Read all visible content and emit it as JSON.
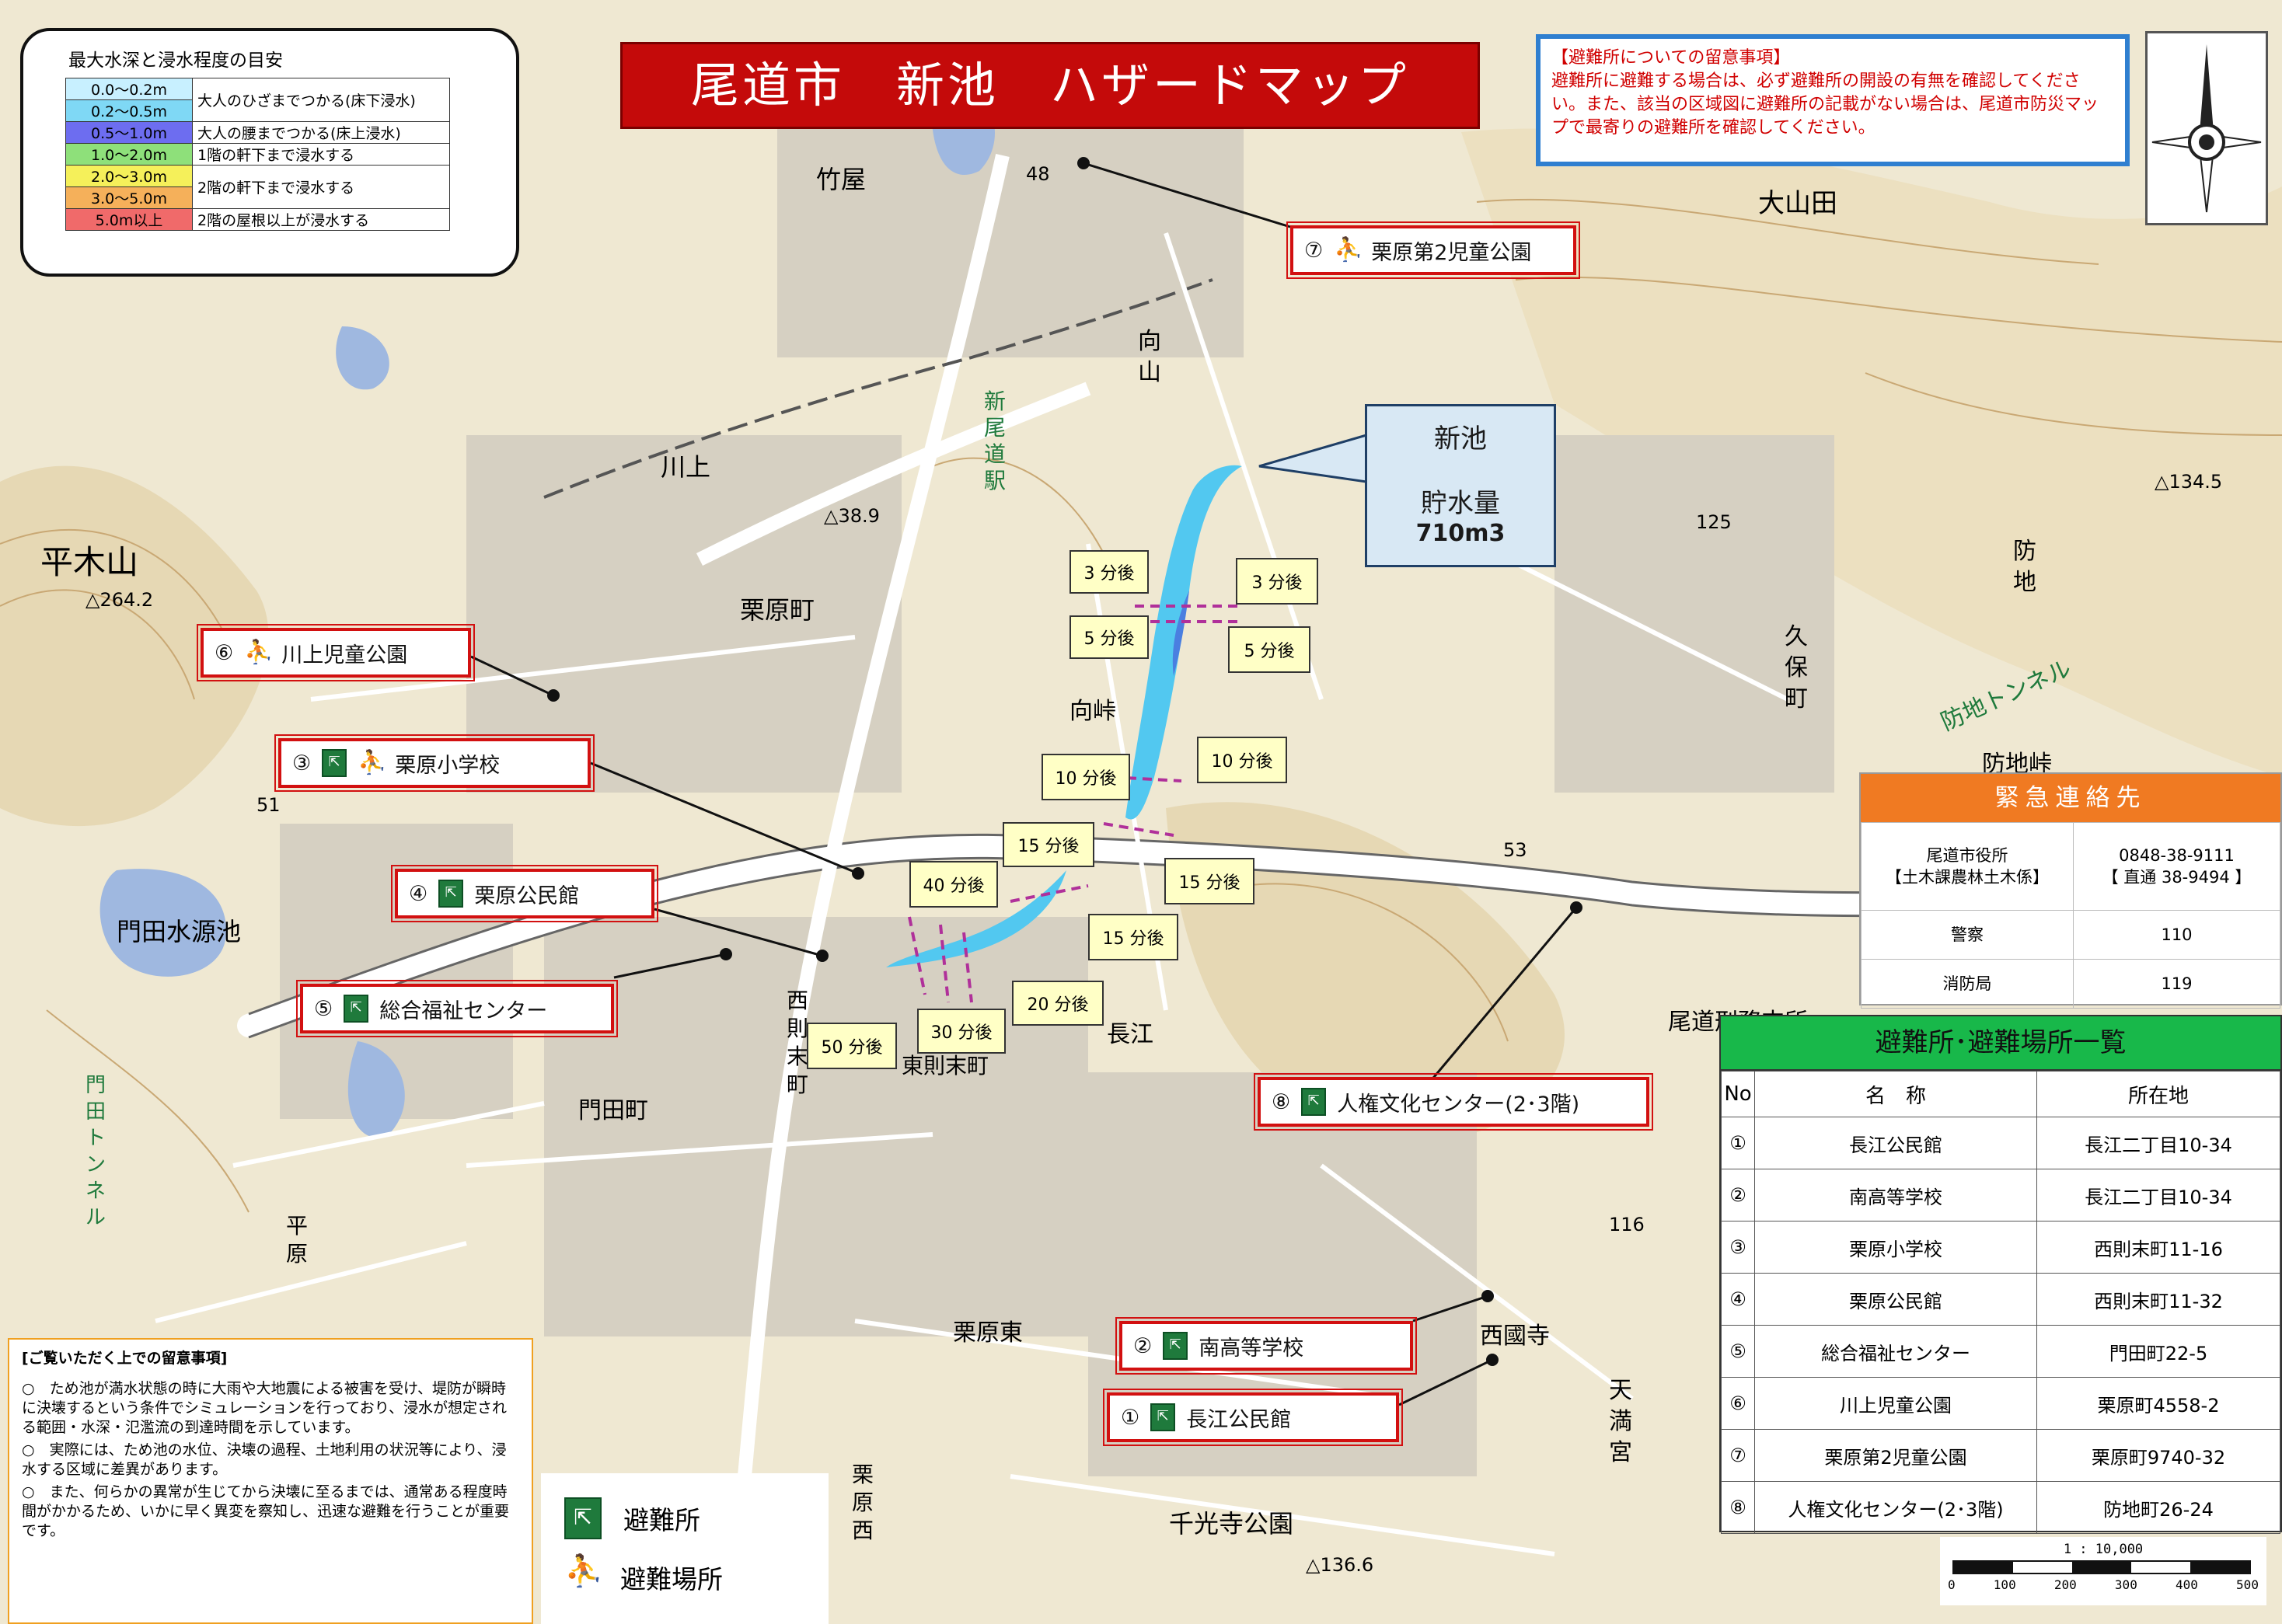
{
  "title": "尾道市　新池　ハザードマップ",
  "legend": {
    "title": "最大水深と浸水程度の目安",
    "rows": [
      {
        "range": "0.0～0.2m",
        "color": "#c8f0ff"
      },
      {
        "range": "0.2～0.5m",
        "color": "#7fd8f5",
        "desc": "大人のひざまでつかる(床下浸水)"
      },
      {
        "range": "0.5～1.0m",
        "color": "#6d6df0",
        "desc": "大人の腰までつかる(床上浸水)"
      },
      {
        "range": "1.0～2.0m",
        "color": "#8ee07a",
        "desc": "1階の軒下まで浸水する"
      },
      {
        "range": "2.0～3.0m",
        "color": "#f5f05a"
      },
      {
        "range": "3.0～5.0m",
        "color": "#f5b05a",
        "desc": "2階の軒下まで浸水する"
      },
      {
        "range": "5.0m以上",
        "color": "#f06a6a",
        "desc": "2階の屋根以上が浸水する"
      }
    ]
  },
  "notice": {
    "title": "【避難所についての留意事項】",
    "body": "避難所に避難する場合は、必ず避難所の開設の有無を確認してください。また、該当の区域図に避難所の記載がない場合は、尾道市防災マップで最寄りの避難所を確認してください。"
  },
  "facilities": [
    {
      "num": "⑦",
      "name": "栗原第2児童公園",
      "emg": false,
      "ppl": true
    },
    {
      "num": "⑥",
      "name": "川上児童公園",
      "emg": false,
      "ppl": true
    },
    {
      "num": "③",
      "name": "栗原小学校",
      "emg": true,
      "ppl": true
    },
    {
      "num": "④",
      "name": "栗原公民館",
      "emg": true,
      "ppl": false
    },
    {
      "num": "⑤",
      "name": "総合福祉センター",
      "emg": true,
      "ppl": false
    },
    {
      "num": "⑧",
      "name": "人権文化センター(2･3階)",
      "emg": true,
      "ppl": false
    },
    {
      "num": "②",
      "name": "南高等学校",
      "emg": true,
      "ppl": false
    },
    {
      "num": "①",
      "name": "長江公民館",
      "emg": true,
      "ppl": false
    }
  ],
  "pond": {
    "name": "新池",
    "volume_label": "貯水量",
    "volume": "710m3"
  },
  "time_tags": [
    "3 分後",
    "3 分後",
    "5 分後",
    "5 分後",
    "10 分後",
    "10 分後",
    "15 分後",
    "15 分後",
    "15 分後",
    "40 分後",
    "20 分後",
    "30 分後",
    "50 分後"
  ],
  "emergency": {
    "title": "緊急連絡先",
    "rows": [
      {
        "name": "尾道市役所\n【土木課農林土木係】",
        "tel": "0848-38-9111\n【 直通 38-9494 】"
      },
      {
        "name": "警察",
        "tel": "110"
      },
      {
        "name": "消防局",
        "tel": "119"
      }
    ]
  },
  "shelters": {
    "title": "避難所･避難場所一覧",
    "headers": [
      "No",
      "名　称",
      "所在地"
    ],
    "rows": [
      [
        "①",
        "長江公民館",
        "長江二丁目10-34"
      ],
      [
        "②",
        "南高等学校",
        "長江二丁目10-34"
      ],
      [
        "③",
        "栗原小学校",
        "西則末町11-16"
      ],
      [
        "④",
        "栗原公民館",
        "西則末町11-32"
      ],
      [
        "⑤",
        "総合福祉センター",
        "門田町22-5"
      ],
      [
        "⑥",
        "川上児童公園",
        "栗原町4558-2"
      ],
      [
        "⑦",
        "栗原第2児童公園",
        "栗原町9740-32"
      ],
      [
        "⑧",
        "人権文化センター(2･3階)",
        "防地町26-24"
      ]
    ]
  },
  "notes": {
    "title": "[ご覧いただく上での留意事項]",
    "items": [
      "○　ため池が満水状態の時に大雨や大地震による被害を受け、堤防が瞬時に決壊するという条件でシミュレーションを行っており、浸水が想定される範囲・水深・氾濫流の到達時間を示しています。",
      "○　実際には、ため池の水位、決壊の過程、土地利用の状況等により、浸水する区域に差異があります。",
      "○　また、何らかの異常が生じてから決壊に至るまでは、通常ある程度時間がかかるため、いかに早く異変を察知し、迅速な避難を行うことが重要です。"
    ]
  },
  "icon_legend": {
    "shelter": "避難所",
    "place": "避難場所"
  },
  "scale": {
    "ratio": "1 : 10,000",
    "ticks": [
      "0",
      "100",
      "200",
      "300",
      "400",
      "500"
    ]
  },
  "place_names": [
    "竹屋",
    "大山田",
    "新尾道駅",
    "向山",
    "川上",
    "平木山",
    "△264.2",
    "△38.9",
    "栗原町",
    "向峠",
    "久保町",
    "防地",
    "防地トンネル",
    "防地峠",
    "門田水源池",
    "門田町",
    "西則末町",
    "東則末町",
    "長江",
    "尾道刑務支所",
    "栗原東",
    "西國寺",
    "天満宮",
    "千光寺公園",
    "栗原西",
    "平原",
    "門田トンネル",
    "△134.5",
    "△136.6",
    "125",
    "116",
    "53",
    "51",
    "48"
  ]
}
